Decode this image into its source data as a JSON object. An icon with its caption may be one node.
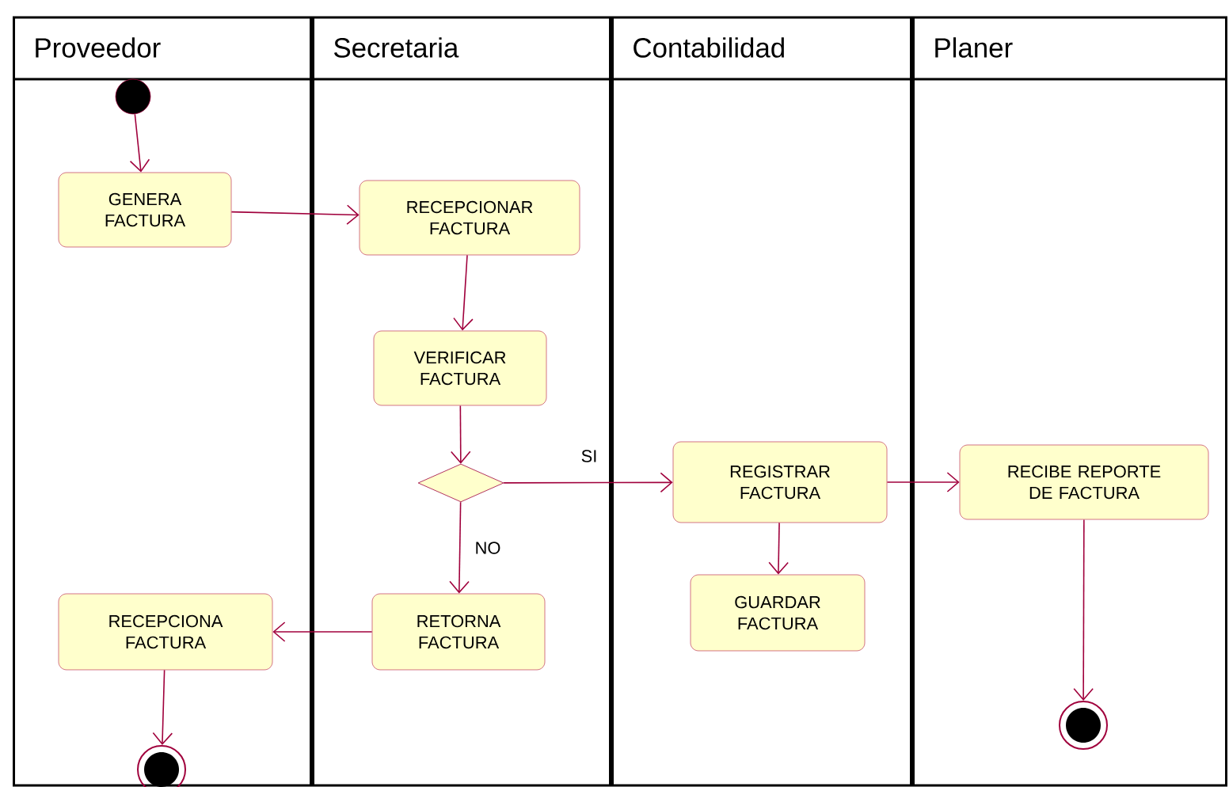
{
  "diagram": {
    "nodes": [
      {
        "text": [
          "Proveedor"
        ]
      },
      {
        "text": [
          "Secretaria"
        ]
      },
      {
        "text": [
          "Contabilidad"
        ]
      },
      {
        "text": [
          "Planer"
        ]
      },
      {
        "text": [],
        "shape": "circle",
        "in": 0
      },
      {
        "text": [
          "GENERA FACTURA"
        ],
        "in": 0
      },
      {
        "text": [
          "RECEPCIONAR FACTURA"
        ],
        "in": 1
      },
      {
        "text": [
          "VERIFICAR FACTURA"
        ],
        "in": 1
      },
      {
        "text": [],
        "shape": "diamond",
        "in": 1
      },
      {
        "text": [
          "REGISTRAR FACTURA"
        ],
        "in": 2
      },
      {
        "text": [
          "RECIBE REPORTE DE FACTURA"
        ],
        "in": 3
      },
      {
        "text": [
          "GUARDAR FACTURA"
        ],
        "in": 2
      },
      {
        "text": [
          "RETORNA FACTURA"
        ],
        "in": 1
      },
      {
        "text": [
          "RECEPCIONA FACTURA"
        ],
        "in": 0
      },
      {
        "text": [],
        "shape": "bullseye",
        "in": 0
      },
      {
        "text": [],
        "shape": "bullseye",
        "in": 3
      }
    ],
    "edges": [
      {
        "from": 4,
        "to": 5,
        "arrow": "to"
      },
      {
        "from": 5,
        "to": 6,
        "arrow": "to"
      },
      {
        "from": 6,
        "to": 7,
        "arrow": "to"
      },
      {
        "from": 7,
        "to": 8,
        "arrow": "to"
      },
      {
        "from": 8,
        "to": 9,
        "arrow": "to",
        "label": "SI"
      },
      {
        "from": 8,
        "to": 12,
        "arrow": "to",
        "label": "NO"
      },
      {
        "from": 9,
        "to": 10,
        "arrow": "to"
      },
      {
        "from": 9,
        "to": 11,
        "arrow": "to"
      },
      {
        "from": 12,
        "to": 13,
        "arrow": "to"
      },
      {
        "from": 13,
        "to": 14,
        "arrow": "to"
      },
      {
        "from": 10,
        "to": 15,
        "arrow": "to"
      }
    ]
  }
}
